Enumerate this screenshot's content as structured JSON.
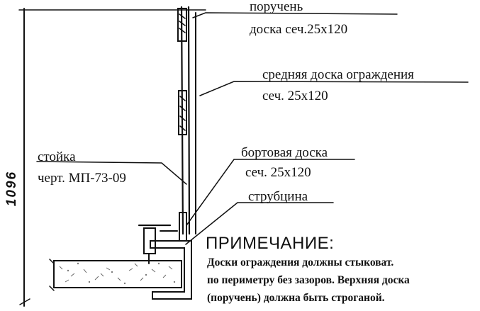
{
  "labels": {
    "handrail": "поручень",
    "handrail_section": "доска сеч.25х120",
    "middle_board": "средняя доска ограждения",
    "middle_board_section": "сеч. 25х120",
    "post": "стойка",
    "post_drawing": "черт. МП-73-09",
    "toe_board": "бортовая доска",
    "toe_board_section": "сеч. 25х120",
    "clamp": "струбцина"
  },
  "dimension": "1096",
  "note": {
    "title": "ПРИМЕЧАНИЕ:",
    "lines": [
      "Доски ограждения должны стыковат.",
      "по периметру без зазоров. Верхняя доска",
      "(поручень) должна быть строганой."
    ]
  },
  "colors": {
    "ink": "#111111",
    "paper": "#ffffff",
    "hatch": "#444444"
  }
}
